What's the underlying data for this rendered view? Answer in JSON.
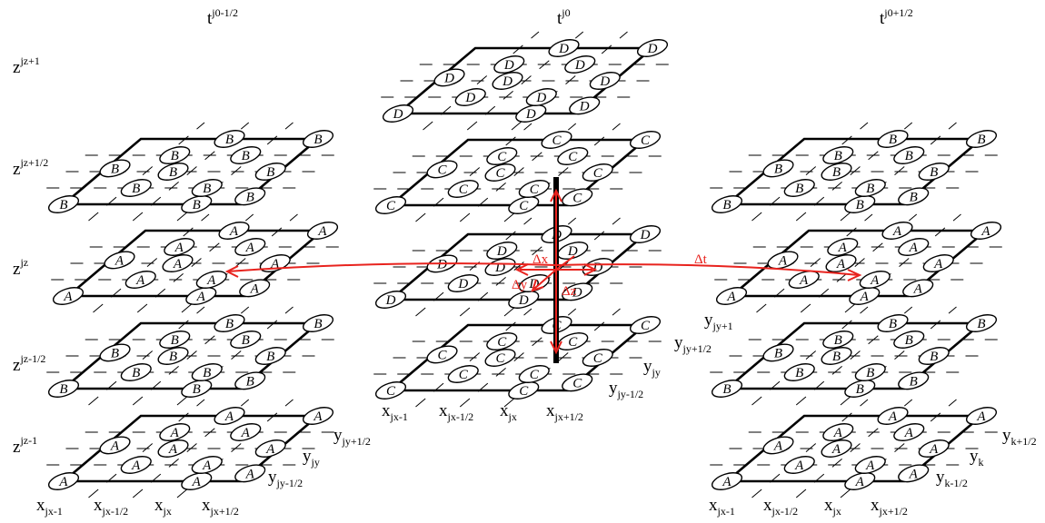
{
  "time_labels": {
    "left": {
      "base": "t",
      "sup": "j0-1/2"
    },
    "mid": {
      "base": "t",
      "sup": "j0"
    },
    "right": {
      "base": "t",
      "sup": "j0+1/2"
    }
  },
  "z_labels": [
    {
      "base": "z",
      "sup": "jz+1"
    },
    {
      "base": "z",
      "sup": "jz+1/2"
    },
    {
      "base": "z",
      "sup": "jz"
    },
    {
      "base": "z",
      "sup": "jz-1/2"
    },
    {
      "base": "z",
      "sup": "jz-1"
    }
  ],
  "x_labels": {
    "left": [
      {
        "base": "x",
        "sub": "jx-1"
      },
      {
        "base": "x",
        "sub": "jx-1/2"
      },
      {
        "base": "x",
        "sub": "jx"
      },
      {
        "base": "x",
        "sub": "jx+1/2"
      }
    ],
    "mid": [
      {
        "base": "x",
        "sub": "jx-1"
      },
      {
        "base": "x",
        "sub": "jx-1/2"
      },
      {
        "base": "x",
        "sub": "jx"
      },
      {
        "base": "x",
        "sub": "jx+1/2"
      }
    ],
    "right": [
      {
        "base": "x",
        "sub": "jx-1"
      },
      {
        "base": "x",
        "sub": "jx-1/2"
      },
      {
        "base": "x",
        "sub": "jx"
      },
      {
        "base": "x",
        "sub": "jx+1/2"
      }
    ]
  },
  "y_labels": {
    "left": [
      {
        "base": "y",
        "sub": "jy+1/2"
      },
      {
        "base": "y",
        "sub": "jy"
      },
      {
        "base": "y",
        "sub": "jy-1/2"
      }
    ],
    "mid": [
      {
        "base": "y",
        "sub": "jy+1"
      },
      {
        "base": "y",
        "sub": "jy+1/2"
      },
      {
        "base": "y",
        "sub": "jy"
      },
      {
        "base": "y",
        "sub": "jy-1/2"
      }
    ],
    "right": [
      {
        "base": "y",
        "sub": "k+1/2"
      },
      {
        "base": "y",
        "sub": "k"
      },
      {
        "base": "y",
        "sub": "k-1/2"
      }
    ]
  },
  "delta_labels": {
    "dx": "Δx",
    "dy": "Δy",
    "dz": "Δz",
    "dt": "Δt"
  },
  "node_letters": {
    "left": [
      "B",
      "A",
      "B",
      "A"
    ],
    "mid": [
      "D",
      "C",
      "D",
      "C"
    ],
    "right": [
      "B",
      "A",
      "B",
      "A"
    ]
  },
  "colors": {
    "ink": "#000000",
    "accent": "#e8231e"
  }
}
